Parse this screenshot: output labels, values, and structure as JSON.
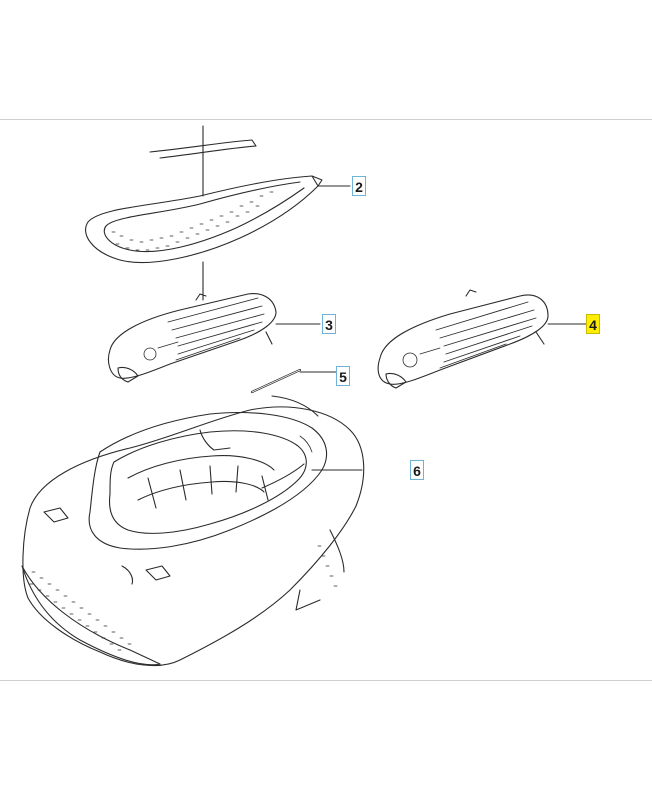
{
  "callouts": [
    {
      "label": "2",
      "highlighted": false
    },
    {
      "label": "3",
      "highlighted": false
    },
    {
      "label": "4",
      "highlighted": true
    },
    {
      "label": "5",
      "highlighted": false
    },
    {
      "label": "6",
      "highlighted": false
    }
  ],
  "colors": {
    "line": "#2b2b2b",
    "callout_border": "#6fb3d6",
    "highlight": "#ffee00"
  }
}
